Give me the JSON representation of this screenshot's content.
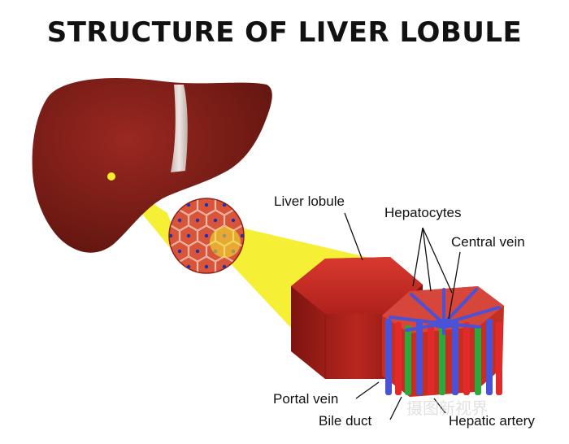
{
  "title": "STRUCTURE OF LIVER LOBULE",
  "labels": {
    "liver_lobule": "Liver lobule",
    "hepatocytes": "Hepatocytes",
    "central_vein": "Central vein",
    "portal_vein": "Portal vein",
    "bile_duct": "Bile duct",
    "hepatic_artery": "Hepatic artery"
  },
  "watermark": "摄图新视界",
  "colors": {
    "liver": "#7a1c16",
    "lobule": "#b0211c",
    "cells": "#d8553a",
    "nuclei": "#1b2fb5",
    "portal_vein": "#4a52d8",
    "bile_duct": "#2ea83a",
    "hepatic_artery": "#e22a2a",
    "highlight": "#f4ee2a"
  }
}
